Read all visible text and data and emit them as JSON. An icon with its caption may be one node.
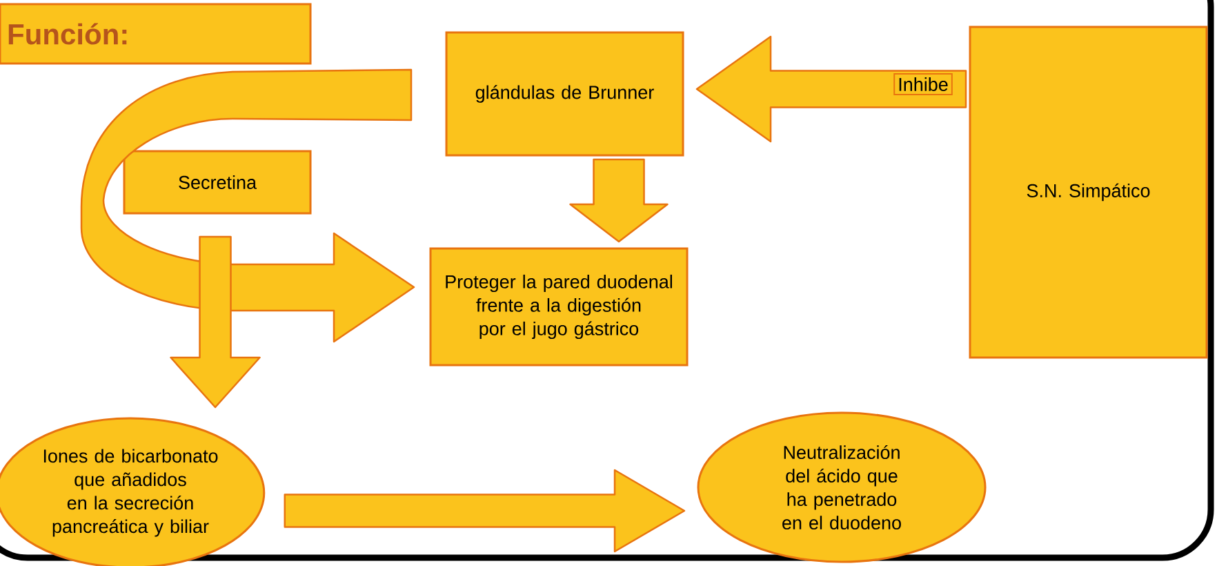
{
  "diagram": {
    "nodes": [
      {
        "text": [
          "Función:"
        ]
      },
      {
        "text": [
          "glándulas de Brunner"
        ]
      },
      {
        "text": [
          "Secretina"
        ]
      },
      {
        "text": [
          "Proteger la pared duodenal frente a la digestión por el jugo gástrico"
        ]
      },
      {
        "text": [
          "S.N. Simpático"
        ]
      },
      {
        "text": [
          "Iones de bicarbonato que añadidos en la secreción pancreática y biliar"
        ]
      },
      {
        "text": [
          "Neutralización del ácido que ha penetrado en el duodeno"
        ]
      }
    ],
    "edges": [
      {
        "from": 4,
        "to": 1,
        "arrow": "to",
        "label": "Inhibe"
      },
      {
        "from": 1,
        "to": 3,
        "arrow": "to"
      },
      {
        "from": null,
        "to": 3,
        "arrow": "to"
      },
      {
        "from": 2,
        "to": 5,
        "arrow": "to"
      },
      {
        "from": 5,
        "to": 6,
        "arrow": "to"
      }
    ]
  }
}
